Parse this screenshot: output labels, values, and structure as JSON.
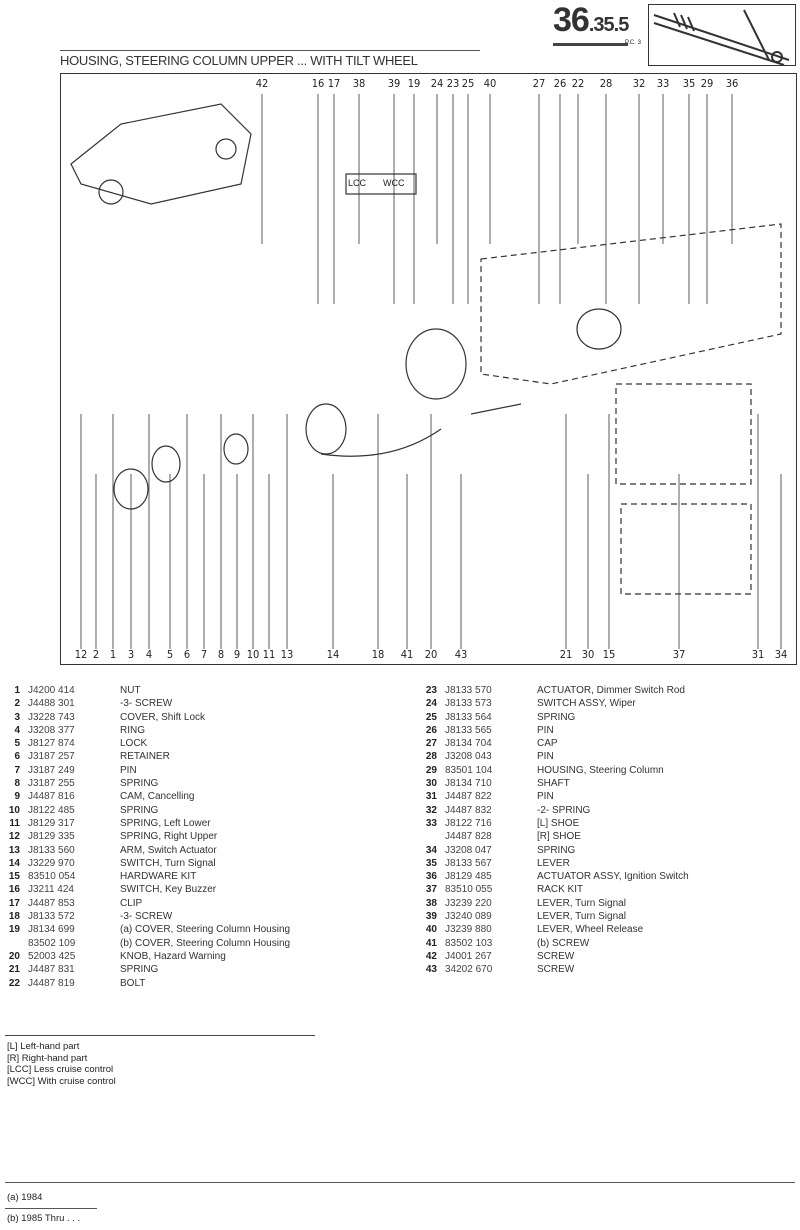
{
  "header": {
    "page_major": "36",
    "page_minor": ".35.",
    "page_sub": "5",
    "pc": "P.C. 3",
    "title": "HOUSING, STEERING COLUMN UPPER ... WITH TILT WHEEL"
  },
  "diagram": {
    "top_callouts": [
      "42",
      "16",
      "17",
      "38",
      "39",
      "19",
      "24",
      "23",
      "25",
      "40",
      "27",
      "26",
      "22",
      "28",
      "32",
      "33",
      "35",
      "29",
      "36"
    ],
    "bottom_callouts": [
      "12",
      "2",
      "1",
      "3",
      "4",
      "5",
      "6",
      "7",
      "8",
      "9",
      "10",
      "11",
      "13",
      "14",
      "18",
      "41",
      "20",
      "43",
      "21",
      "30",
      "15",
      "37",
      "31",
      "34"
    ],
    "tags": [
      "LCC",
      "WCC"
    ]
  },
  "parts_left": [
    [
      "1",
      "J4200 414",
      "NUT"
    ],
    [
      "2",
      "J4488 301",
      "-3- SCREW"
    ],
    [
      "3",
      "J3228 743",
      "COVER, Shift Lock"
    ],
    [
      "4",
      "J3208 377",
      "RING"
    ],
    [
      "5",
      "J8127 874",
      "LOCK"
    ],
    [
      "6",
      "J3187 257",
      "RETAINER"
    ],
    [
      "7",
      "J3187 249",
      "PIN"
    ],
    [
      "8",
      "J3187 255",
      "SPRING"
    ],
    [
      "9",
      "J4487 816",
      "CAM, Cancelling"
    ],
    [
      "10",
      "J8122 485",
      "SPRING"
    ],
    [
      "11",
      "J8129 317",
      "SPRING, Left Lower"
    ],
    [
      "12",
      "J8129 335",
      "SPRING, Right Upper"
    ],
    [
      "13",
      "J8133 560",
      "ARM, Switch Actuator"
    ],
    [
      "14",
      "J3229 970",
      "SWITCH, Turn Signal"
    ],
    [
      "15",
      "83510 054",
      "HARDWARE KIT"
    ],
    [
      "16",
      "J3211 424",
      "SWITCH, Key Buzzer"
    ],
    [
      "17",
      "J4487 853",
      "CLIP"
    ],
    [
      "18",
      "J8133 572",
      "-3- SCREW"
    ],
    [
      "19",
      "J8134 699",
      "(a)   COVER, Steering Column Housing"
    ],
    [
      "",
      "83502 109",
      "(b)   COVER, Steering Column Housing"
    ],
    [
      "20",
      "52003 425",
      "KNOB, Hazard Warning"
    ],
    [
      "21",
      "J4487 831",
      "SPRING"
    ],
    [
      "22",
      "J4487 819",
      "BOLT"
    ]
  ],
  "parts_right": [
    [
      "23",
      "J8133 570",
      "ACTUATOR, Dimmer Switch Rod"
    ],
    [
      "24",
      "J8133 573",
      "SWITCH ASSY, Wiper"
    ],
    [
      "25",
      "J8133 564",
      "SPRING"
    ],
    [
      "26",
      "J8133 565",
      "PIN"
    ],
    [
      "27",
      "J8134 704",
      "CAP"
    ],
    [
      "28",
      "J3208 043",
      "PIN"
    ],
    [
      "29",
      "83501 104",
      "HOUSING, Steering Column"
    ],
    [
      "30",
      "J8134 710",
      "SHAFT"
    ],
    [
      "31",
      "J4487 822",
      "PIN"
    ],
    [
      "32",
      "J4487 832",
      "-2- SPRING"
    ],
    [
      "33",
      "J8122 716",
      "[L]   SHOE"
    ],
    [
      "",
      "J4487 828",
      "[R]   SHOE"
    ],
    [
      "34",
      "J3208 047",
      "SPRING"
    ],
    [
      "35",
      "J8133 567",
      "LEVER"
    ],
    [
      "36",
      "J8129 485",
      "ACTUATOR ASSY, Ignition Switch"
    ],
    [
      "37",
      "83510 055",
      "RACK KIT"
    ],
    [
      "38",
      "J3239 220",
      "LEVER, Turn Signal"
    ],
    [
      "39",
      "J3240 089",
      "LEVER, Turn Signal"
    ],
    [
      "40",
      "J3239 880",
      "LEVER, Wheel Release"
    ],
    [
      "41",
      "83502 103",
      "(b)   SCREW"
    ],
    [
      "42",
      "J4001 267",
      "SCREW"
    ],
    [
      "43",
      "34202 670",
      "SCREW"
    ]
  ],
  "legend": [
    "[L] Left-hand part",
    "[R] Right-hand part",
    "[LCC] Less cruise control",
    "[WCC] With cruise control"
  ],
  "footnotes": [
    "(a) 1984",
    "(b) 1985 Thru . . ."
  ]
}
